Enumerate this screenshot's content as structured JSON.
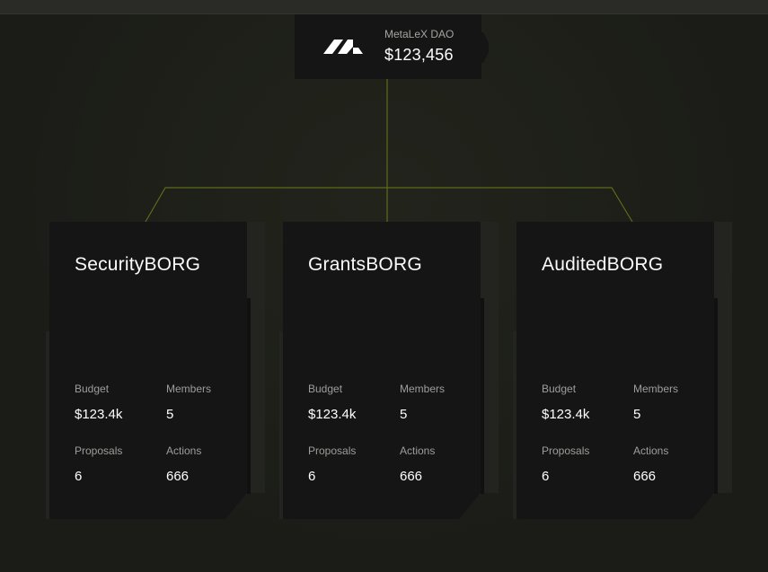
{
  "root": {
    "label": "MetaLeX DAO",
    "value": "$123,456",
    "logo_icon": "metalex-logo-icon"
  },
  "colors": {
    "background": "#1c1d18",
    "node": "#151515",
    "connector": "#5d6a1c"
  },
  "stat_labels": {
    "budget": "Budget",
    "members": "Members",
    "proposals": "Proposals",
    "actions": "Actions"
  },
  "borgs": [
    {
      "title": "SecurityBORG",
      "budget": "$123.4k",
      "members": "5",
      "proposals": "6",
      "actions": "666"
    },
    {
      "title": "GrantsBORG",
      "budget": "$123.4k",
      "members": "5",
      "proposals": "6",
      "actions": "666"
    },
    {
      "title": "AuditedBORG",
      "budget": "$123.4k",
      "members": "5",
      "proposals": "6",
      "actions": "666"
    }
  ]
}
